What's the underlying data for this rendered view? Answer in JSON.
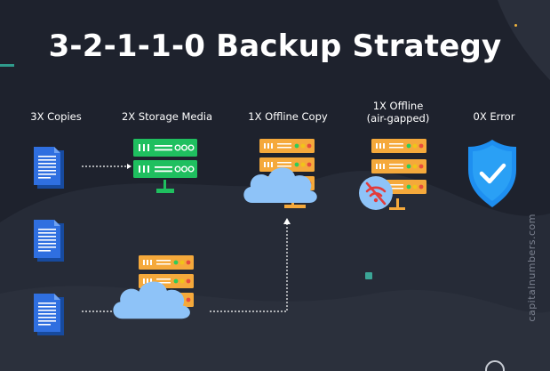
{
  "title": "3-2-1-1-0 Backup Strategy",
  "columns": {
    "copies": "3X Copies",
    "storage_media": "2X Storage Media",
    "offline_copy": "1X Offline Copy",
    "airgapped_line1": "1X Offline",
    "airgapped_line2": "(air-gapped)",
    "zero_error": "0X Error"
  },
  "watermark": "capitalnumbers.com",
  "colors": {
    "background": "#1e222d",
    "document": "#2f6fe0",
    "server_green": "#1fbf5f",
    "server_orange": "#f5a93b",
    "cloud": "#8ec3f8",
    "shield": "#1e8ff0",
    "blocked": "#e23b3b"
  },
  "icons": [
    "document-icon",
    "server-rack-icon",
    "cloud-icon",
    "wifi-off-icon",
    "shield-check-icon"
  ]
}
